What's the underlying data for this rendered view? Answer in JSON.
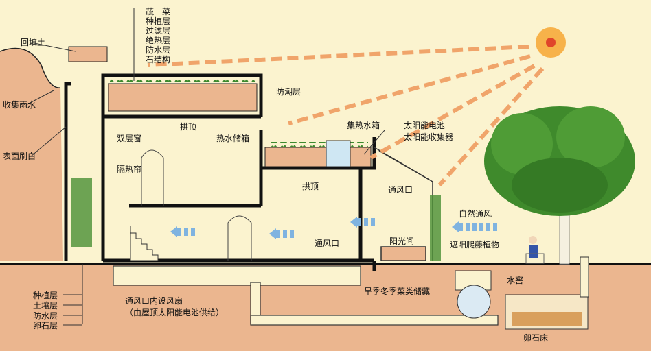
{
  "labels": {
    "veg": "蔬　菜",
    "plant_layer": "种植层",
    "filter_layer": "过滤层",
    "insulation_layer": "绝热层",
    "waterproof_layer": "防水层",
    "stone_structure": "石结构",
    "backfill": "回填土",
    "rain_collect": "收集雨水",
    "surface_white": "表面刷白",
    "double_window": "双层窗",
    "insulating_curtain": "隔热帘",
    "arch_roof_1": "拱顶",
    "moisture_layer": "防潮层",
    "hot_water_tank": "热水储箱",
    "solar_collector_tank": "集热水箱",
    "solar_battery": "太阳能电池",
    "solar_collector": "太阳能收集器",
    "arch_roof_2": "拱顶",
    "vent_1": "通风口",
    "vent_2": "通风口",
    "sunroom": "阳光间",
    "natural_vent": "自然通风",
    "shade_vine": "遮阳爬藤植物",
    "veg_storage": "旱季冬季菜类储藏",
    "water_cellar": "水窖",
    "pebble_bed": "卵石床",
    "bottom_plant": "种植层",
    "bottom_soil": "土壤层",
    "bottom_waterproof": "防水层",
    "bottom_pebble": "卵石层",
    "fan_note_1": "通风口内设风扇",
    "fan_note_2": "（由屋顶太阳能电池供给）"
  },
  "colors": {
    "background": "#fbf3cf",
    "wall": "#111111",
    "soil": "#e8b58c",
    "sun": "#f7b24a",
    "sun_rays": "#f0a46a",
    "tree": "#3f8a2c",
    "air_arrow": "#7fb3e0",
    "window_blue": "#cfe7f3"
  },
  "icons": [
    "sun-icon",
    "tree-icon",
    "person-icon",
    "air-flow-arrow-icon"
  ]
}
